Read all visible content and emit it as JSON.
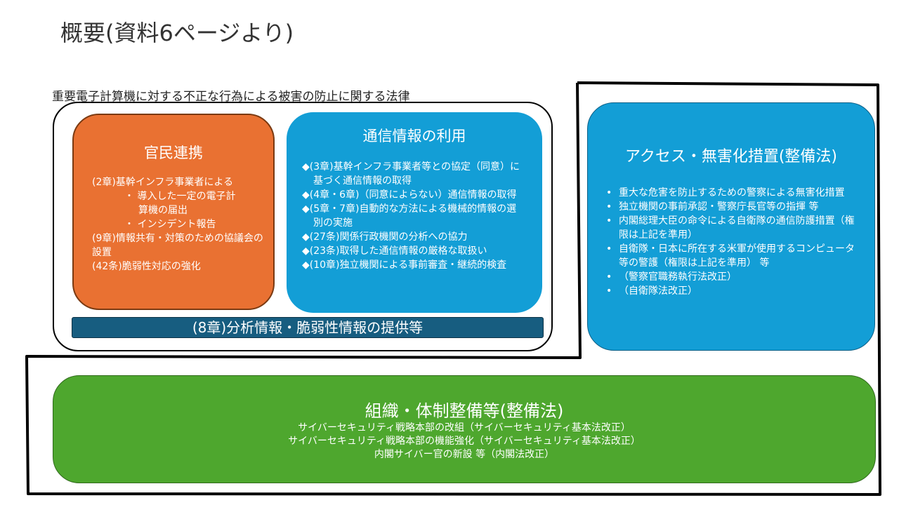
{
  "title": "概要(資料6ページより)",
  "law_title": "重要電子計算機に対する不正な行為による被害の防止に関する法律",
  "public_private": {
    "title": "官民連携",
    "lines": [
      "(2章)基幹インフラ事業者による",
      "・ 導入した一定の電子計",
      "算機の届出",
      "・ インシデント報告",
      "(9章)情報共有・対策のための協議会の設置",
      "(42条)脆弱性対応の強化"
    ]
  },
  "comm_info": {
    "title": "通信情報の利用",
    "items": [
      "◆(3章)基幹インフラ事業者等との協定（同意）に基づく通信情報の取得",
      "◆(4章・6章)（同意によらない）通信情報の取得",
      "◆(5章・7章)自動的な方法による機械的情報の選別の実施",
      "◆(27条)関係行政機関の分析への協力",
      "◆(23条)取得した通信情報の厳格な取扱い",
      "◆(10章)独立機関による事前審査・継続的検査"
    ]
  },
  "analysis_bar": "(8章)分析情報・脆弱性情報の提供等",
  "access": {
    "title": "アクセス・無害化措置(整備法)",
    "items": [
      "重大な危害を防止するための警察による無害化措置",
      "独立機関の事前承認・警察庁長官等の指揮 等",
      "内閣総理大臣の命令による自衛隊の通信防護措置（権限は上記を準用）",
      "自衛隊・日本に所在する米軍が使用するコンピュータ等の警護（権限は上記を準用） 等",
      "（警察官職務執行法改正）",
      "（自衛隊法改正）"
    ]
  },
  "org": {
    "title": "組織・体制整備等(整備法)",
    "lines": [
      "サイバーセキュリティ戦略本部の改組（サイバーセキュリティ基本法改正）",
      "サイバーセキュリティ戦略本部の機能強化（サイバーセキュリティ基本法改正）",
      "内閣サイバー官の新設 等（内閣法改正）"
    ]
  }
}
